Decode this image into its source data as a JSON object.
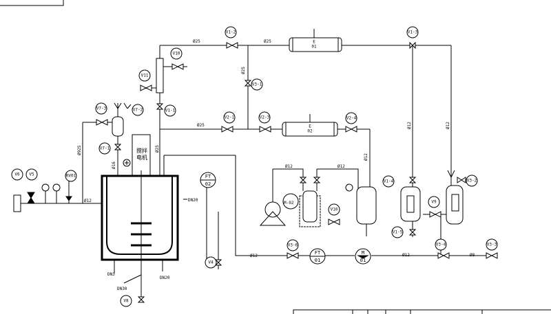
{
  "instruments": {
    "V6": "V6",
    "V5": "V5",
    "RV01": "RV01",
    "V8": "V8",
    "V4": "V4",
    "V11": "V11",
    "V10_top": "V10",
    "V7_3": "V7-3",
    "V7_2": "V7-2",
    "V7_1": "V7-1",
    "V1_1": "V1-1",
    "V1_2": "V1-2",
    "V1_3": "V1-3",
    "V1_4": "V1-4",
    "V1_5": "V1-5",
    "V2_1": "V2-1",
    "V2_3": "V2-3",
    "V2_4": "V2-4",
    "V3_1": "V3-1",
    "V3_2": "V3-2",
    "V3_3": "V3-3",
    "V3_4": "V3-4",
    "V3_6": "V3-6",
    "V9": "V9",
    "V10_bot": "V10",
    "M02": "M-02",
    "FT02_a": "FT",
    "FT02_b": "02",
    "FT01_a": "FT",
    "FT01_b": "01",
    "M01_a": "M",
    "M01_b": "01"
  },
  "exchangers": {
    "e1_a": "E",
    "e1_b": "01",
    "e2_a": "E",
    "e2_b": "02"
  },
  "pipes": {
    "p25_a": "Ø25",
    "p25_b": "Ø25",
    "p25_c": "Ø25",
    "p25_d": "Ø25",
    "p25_e": "Ø25",
    "p16": "Ø16",
    "p925": "Ø925",
    "p12_a": "Ø12",
    "p12_b": "Ø12",
    "p12_c": "Ø12",
    "p12_d": "Ø12",
    "p12_e": "Ø12",
    "p12_f": "Ø12",
    "p12_g": "Ø12",
    "p12_h": "Ø12",
    "p8": "Ø8",
    "dn20_a": "DN20",
    "dn20_b": "DN20",
    "dn3": "DN3",
    "dn30": "DN30"
  },
  "labels": {
    "motor_1": "搅拌",
    "motor_2": "电机"
  }
}
